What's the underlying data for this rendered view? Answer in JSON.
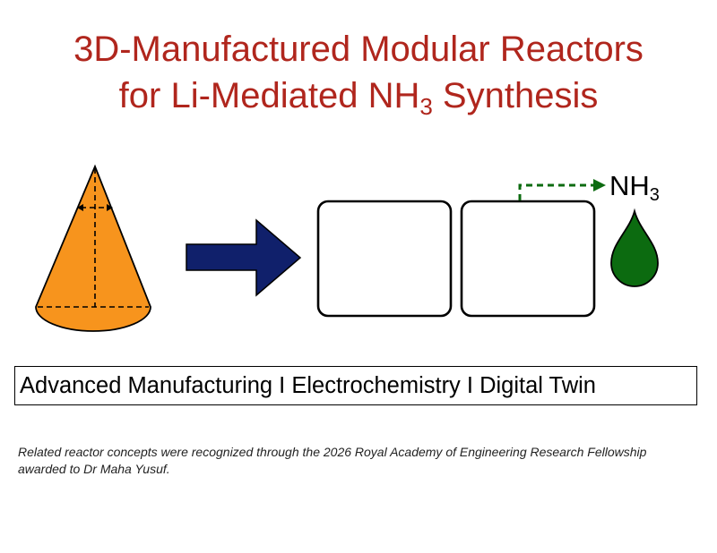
{
  "title": {
    "line1": "3D-Manufactured Modular Reactors",
    "line2_pre": "for Li-Mediated NH",
    "line2_sub": "3",
    "line2_post": " Synthesis"
  },
  "product": {
    "main": "NH",
    "sub": "3"
  },
  "keywords": "Advanced Manufacturing I Electrochemistry I Digital Twin",
  "note": "Related reactor concepts were recognized through the 2026 Royal Academy of Engineering Research Fellowship awarded to Dr Maha Yusuf.",
  "colors": {
    "title": "#b0261d",
    "cone": "#f7941d",
    "arrow": "#10206b",
    "product": "#0c6b10",
    "flow": "#0c6b10"
  },
  "icons": [
    "cone-icon",
    "process-arrow-icon",
    "reactor-module-1",
    "reactor-module-2",
    "flow-arrow-icon",
    "droplet-icon"
  ]
}
